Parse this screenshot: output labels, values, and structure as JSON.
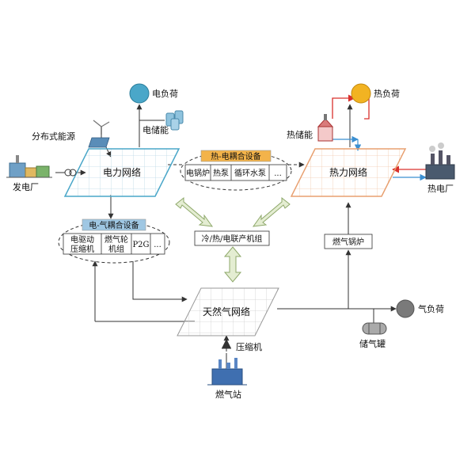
{
  "nodes": {
    "power_grid": "电力网络",
    "heat_grid": "热力网络",
    "gas_grid": "天然气网络",
    "electric_load": "电负荷",
    "heat_load": "热负荷",
    "gas_load": "气负荷",
    "power_plant": "发电厂",
    "heat_plant": "热电厂",
    "distributed_energy": "分布式能源",
    "electric_storage": "电储能",
    "heat_storage": "热储能",
    "gas_tank": "储气罐",
    "gas_station": "燃气站",
    "compressor": "压缩机",
    "gas_boiler": "燃气锅炉",
    "cchp": "冷/热/电联产机组"
  },
  "heat_coupling": {
    "title": "热-电耦合设备",
    "items": [
      "电锅炉",
      "热泵",
      "循环水泵",
      "..."
    ]
  },
  "gas_coupling": {
    "title": "电-气耦合设备",
    "items": [
      {
        "line1": "电驱动",
        "line2": "压缩机"
      },
      {
        "line1": "燃气轮",
        "line2": "机组"
      },
      {
        "line1": "P2G",
        "line2": ""
      },
      {
        "line1": "...",
        "line2": ""
      }
    ]
  },
  "colors": {
    "power_grid_edge": "#4aa7c9",
    "heat_grid_edge": "#e8a070",
    "electric_load": "#4aa7c9",
    "heat_load": "#f2b322",
    "gas_load": "#7a7a7a",
    "heat_title_bg": "#f3b34a",
    "gas_title_bg": "#9fc7e3",
    "red_arrow": "#d9302c",
    "blue_arrow": "#3b8fd1",
    "double_arrow": "#c9d9a8"
  },
  "icons": [
    "wind-turbine-icon",
    "solar-panel-icon",
    "battery-icon",
    "factory-icon",
    "transformer-icon",
    "heat-storage-icon",
    "chimney-plant-icon",
    "gas-station-icon",
    "compressor-icon",
    "gas-tank-icon"
  ]
}
